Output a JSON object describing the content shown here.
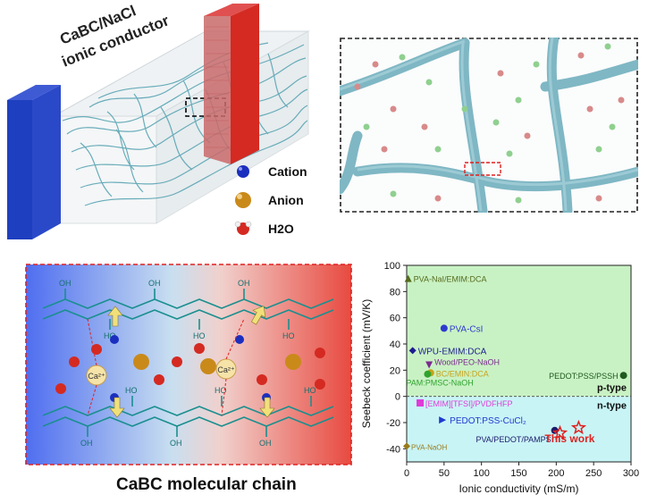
{
  "panel_a": {
    "title_line1": "CaBC/NaCl",
    "title_line2": "ionic conductor",
    "legend": [
      {
        "label": "Cation",
        "color": "#1b2fbf"
      },
      {
        "label": "Anion",
        "color": "#c98a1a"
      },
      {
        "label": "H2O",
        "color": "#d42a22"
      }
    ]
  },
  "panel_c": {
    "caption": "CaBC molecular chain",
    "ion_label_1": "Ca²⁺",
    "ion_label_2": "Ca²⁺",
    "hydroxyl": "OH",
    "hydroxyl_h": "HO"
  },
  "chart_data": {
    "type": "scatter",
    "xlabel": "Ionic conductivity (mS/m)",
    "ylabel": "Seebeck coefficient (mV/K)",
    "xlim": [
      0,
      300
    ],
    "ylim": [
      -50,
      100
    ],
    "xticks": [
      0,
      50,
      100,
      150,
      200,
      250,
      300
    ],
    "yticks": [
      -40,
      -20,
      0,
      20,
      40,
      60,
      80,
      100
    ],
    "region_labels": {
      "p": "p-type",
      "n": "n-type"
    },
    "regions": {
      "p_color": "#c9f2c4",
      "n_color": "#c8f4f6"
    },
    "points": [
      {
        "name": "PVA-NaI/EMIM:DCA",
        "x": 2,
        "y": 90,
        "marker": "triangle-up",
        "color": "#556b1e"
      },
      {
        "name": "PVA-CsI",
        "x": 50,
        "y": 52,
        "marker": "circle",
        "color": "#2e3bd0"
      },
      {
        "name": "WPU-EMIM:DCA",
        "x": 8,
        "y": 35,
        "marker": "diamond",
        "color": "#1d1d8f"
      },
      {
        "name": "Wood/PEO-NaOH",
        "x": 30,
        "y": 24,
        "marker": "triangle-down",
        "color": "#7b2a8f"
      },
      {
        "name": "BC/EMIN:DCA",
        "x": 32,
        "y": 18,
        "marker": "circle",
        "color": "#c9a21a"
      },
      {
        "name": "PAM:PMSC-NaOH",
        "x": 28,
        "y": 17,
        "marker": "circle",
        "color": "#2fa32f"
      },
      {
        "name": "PEDOT:PSS/PSSH",
        "x": 290,
        "y": 16,
        "marker": "circle",
        "color": "#1f5a1f"
      },
      {
        "name": "[EMIM][TFSI]/PVDFHFP",
        "x": 18,
        "y": -5,
        "marker": "square",
        "color": "#e03ad8"
      },
      {
        "name": "PEDOT:PSS-CuCl₂",
        "x": 48,
        "y": -18,
        "marker": "triangle-right",
        "color": "#1f3ad0"
      },
      {
        "name": "PVA/PEDOT/PAMPS",
        "x": 198,
        "y": -26,
        "marker": "circle",
        "color": "#1b1b6b"
      },
      {
        "name": "This work",
        "x": 230,
        "y": -24,
        "marker": "star",
        "color": "#e0211f"
      },
      {
        "name": "This work (low)",
        "x": 205,
        "y": -28,
        "marker": "star",
        "color": "#e0211f"
      },
      {
        "name": "PVA-NaOH",
        "x": 0,
        "y": -38,
        "marker": "diamond",
        "color": "#9a7a1a"
      }
    ]
  }
}
